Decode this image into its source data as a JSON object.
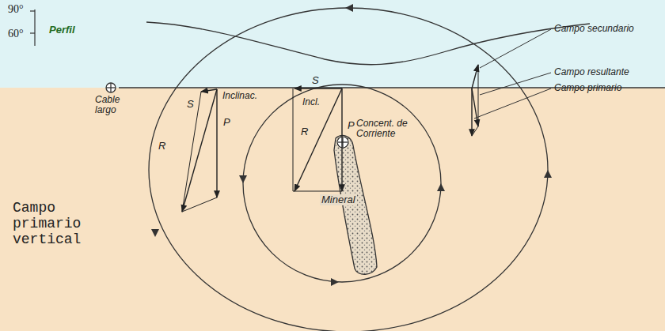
{
  "diagram": {
    "labels": [
      "90°",
      "60°",
      "Perfil",
      "Campo secundario",
      "Cable largo",
      "S",
      "Inclinac.",
      "P",
      "R",
      "S",
      "Incl.",
      "R",
      "P",
      "Concent. de Corriente",
      "Mineral",
      "Campo resultante",
      "Campo primario",
      "Campo primario vertical"
    ]
  }
}
